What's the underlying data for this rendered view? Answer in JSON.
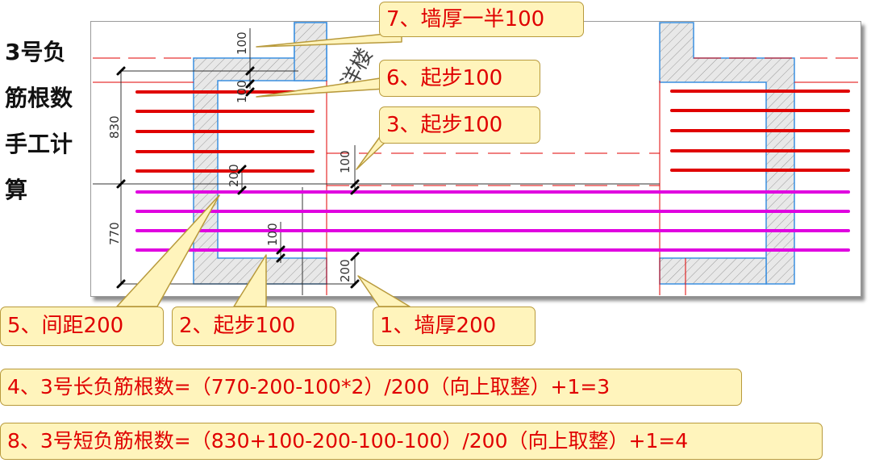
{
  "side_title": [
    "3号负",
    "筋根数",
    "手工计",
    "算"
  ],
  "drawing": {
    "room_label": "洋楼",
    "dimensions": {
      "d830": "830",
      "d770": "770",
      "d100_top": "100",
      "d100_mid": "100",
      "d200_left": "200",
      "d100_right": "100",
      "d100_bottom": "100",
      "d200_bottom": "200"
    }
  },
  "callouts": {
    "c7": "7、墙厚一半100",
    "c6": "6、起步100",
    "c3": "3、起步100",
    "c5": "5、间距200",
    "c2": "2、起步100",
    "c1": "1、墙厚200"
  },
  "formulas": {
    "f4": "4、3号长负筋根数=（770-200-100*2）/200（向上取整）+1=3",
    "f8": "8、3号短负筋根数=（830+100-200-100-100）/200（向上取整）+1=4"
  },
  "colors": {
    "rebar_short": "#e00000",
    "rebar_long": "#e000e0",
    "wall_outline": "#3a8fe0",
    "axis": "#e00000",
    "callout_bg": "#fff4bc",
    "callout_text": "#e00000"
  }
}
